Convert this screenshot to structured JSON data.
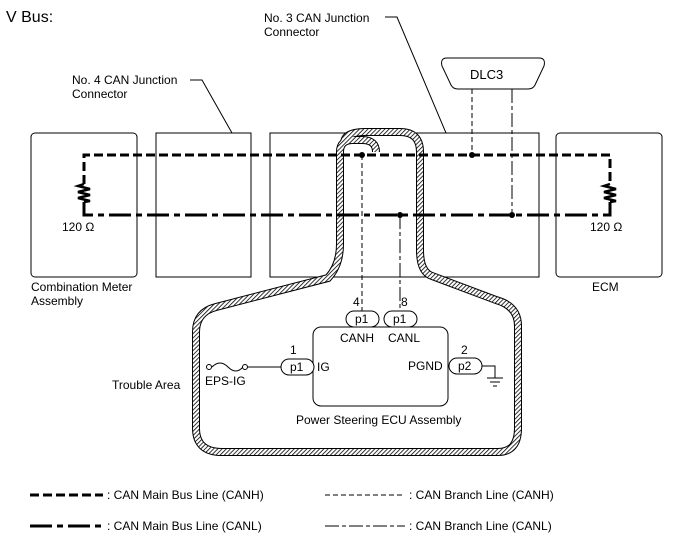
{
  "title": "V Bus:",
  "junction_no3": {
    "line1": "No. 3 CAN Junction",
    "line2": "Connector"
  },
  "junction_no4": {
    "line1": "No. 4 CAN Junction",
    "line2": "Connector"
  },
  "dlc": "DLC3",
  "resistor_left": "120 Ω",
  "resistor_right": "120 Ω",
  "combination_meter": {
    "line1": "Combination Meter",
    "line2": "Assembly"
  },
  "ecm": "ECM",
  "trouble_area": "Trouble Area",
  "ecu": {
    "name": "Power Steering ECU Assembly",
    "pins": [
      {
        "pin": "4",
        "connector": "p1",
        "signal": "CANH"
      },
      {
        "pin": "8",
        "connector": "p1",
        "signal": "CANL"
      },
      {
        "pin": "1",
        "connector": "p1",
        "signal": "IG"
      },
      {
        "pin": "2",
        "connector": "p2",
        "signal": "PGND"
      }
    ],
    "fuse": "EPS-IG"
  },
  "legend": [
    ": CAN Main Bus Line (CANH)",
    ": CAN Branch Line (CANH)",
    ": CAN Main Bus Line (CANL)",
    ": CAN Branch Line (CANL)"
  ]
}
